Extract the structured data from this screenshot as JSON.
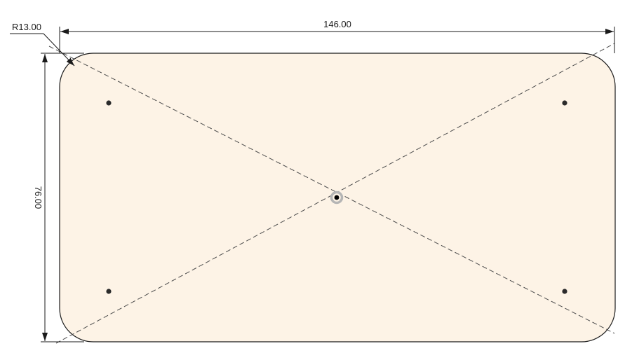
{
  "sketch": {
    "profile": {
      "shape": "rounded-rectangle",
      "fill_color": "#fdf3e6",
      "stroke_color": "#1a1a1a"
    },
    "dimensions": {
      "width_label": "146.00",
      "height_label": "76.00",
      "radius_label": "R13.00"
    },
    "construction_line_color": "#4a4a4a",
    "point_color": "#2b2b2b",
    "origin_color": "#000000",
    "origin_ring_color": "#b5b5b5"
  }
}
